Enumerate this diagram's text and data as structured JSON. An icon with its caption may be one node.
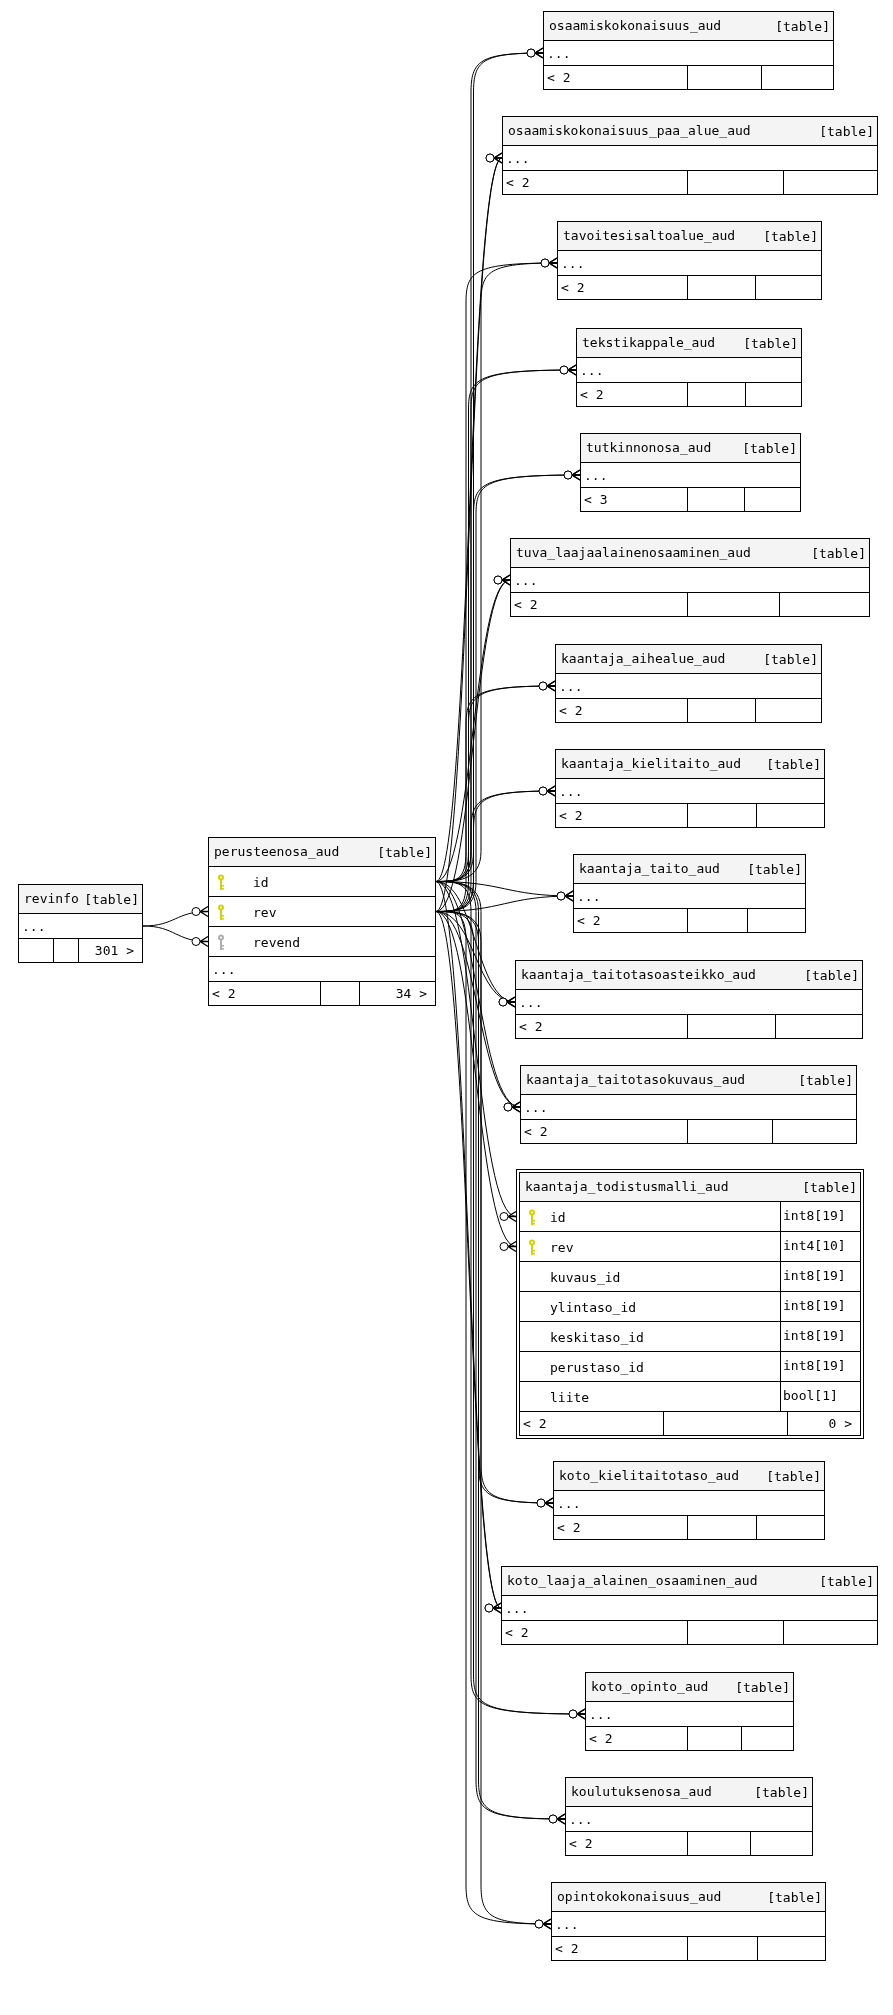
{
  "diagram": {
    "nodes": [
      {
        "text": [
          "revinfo",
          "[table]",
          "...",
          "301 >"
        ]
      },
      {
        "text": [
          "perusteenosa_aud",
          "[table]",
          "id",
          "rev",
          "revend",
          "...",
          "< 2",
          "34 >"
        ]
      },
      {
        "text": [
          "osaamiskokonaisuus_aud",
          "[table]",
          "...",
          "< 2"
        ]
      },
      {
        "text": [
          "osaamiskokonaisuus_paa_alue_aud",
          "[table]",
          "...",
          "< 2"
        ]
      },
      {
        "text": [
          "tavoitesisaltoalue_aud",
          "[table]",
          "...",
          "< 2"
        ]
      },
      {
        "text": [
          "tekstikappale_aud",
          "[table]",
          "...",
          "< 2"
        ]
      },
      {
        "text": [
          "tutkinnonosa_aud",
          "[table]",
          "...",
          "< 3"
        ]
      },
      {
        "text": [
          "tuva_laajaalainenosaaminen_aud",
          "[table]",
          "...",
          "< 2"
        ]
      },
      {
        "text": [
          "kaantaja_aihealue_aud",
          "[table]",
          "...",
          "< 2"
        ]
      },
      {
        "text": [
          "kaantaja_kielitaito_aud",
          "[table]",
          "...",
          "< 2"
        ]
      },
      {
        "text": [
          "kaantaja_taito_aud",
          "[table]",
          "...",
          "< 2"
        ]
      },
      {
        "text": [
          "kaantaja_taitotasoasteikko_aud",
          "[table]",
          "...",
          "< 2"
        ]
      },
      {
        "text": [
          "kaantaja_taitotasokuvaus_aud",
          "[table]",
          "...",
          "< 2"
        ]
      },
      {
        "text": [
          "kaantaja_todistusmalli_aud",
          "[table]",
          "id",
          "int8[19]",
          "rev",
          "int4[10]",
          "kuvaus_id",
          "int8[19]",
          "ylintaso_id",
          "int8[19]",
          "keskitaso_id",
          "int8[19]",
          "perustaso_id",
          "int8[19]",
          "liite",
          "bool[1]",
          "< 2",
          "0 >"
        ]
      },
      {
        "text": [
          "koto_kielitaitotaso_aud",
          "[table]",
          "...",
          "< 2"
        ]
      },
      {
        "text": [
          "koto_laaja_alainen_osaaminen_aud",
          "[table]",
          "...",
          "< 2"
        ]
      },
      {
        "text": [
          "koto_opinto_aud",
          "[table]",
          "...",
          "< 2"
        ]
      },
      {
        "text": [
          "koulutuksenosa_aud",
          "[table]",
          "...",
          "< 2"
        ]
      },
      {
        "text": [
          "opintokokonaisuus_aud",
          "[table]",
          "...",
          "< 2"
        ]
      }
    ],
    "edges": [
      {
        "from": 0,
        "to": 1,
        "arrow": "other"
      },
      {
        "from": 0,
        "to": 1,
        "arrow": "other"
      },
      {
        "from": 1,
        "to": 2,
        "arrow": "other"
      },
      {
        "from": 1,
        "to": 2,
        "arrow": "other"
      },
      {
        "from": 1,
        "to": 3,
        "arrow": "other"
      },
      {
        "from": 1,
        "to": 3,
        "arrow": "other"
      },
      {
        "from": 1,
        "to": 4,
        "arrow": "other"
      },
      {
        "from": 1,
        "to": 4,
        "arrow": "other"
      },
      {
        "from": 1,
        "to": 5,
        "arrow": "other"
      },
      {
        "from": 1,
        "to": 5,
        "arrow": "other"
      },
      {
        "from": 1,
        "to": 6,
        "arrow": "other"
      },
      {
        "from": 1,
        "to": 6,
        "arrow": "other"
      },
      {
        "from": 1,
        "to": 7,
        "arrow": "other"
      },
      {
        "from": 1,
        "to": 7,
        "arrow": "other"
      },
      {
        "from": 1,
        "to": 8,
        "arrow": "other"
      },
      {
        "from": 1,
        "to": 8,
        "arrow": "other"
      },
      {
        "from": 1,
        "to": 9,
        "arrow": "other"
      },
      {
        "from": 1,
        "to": 9,
        "arrow": "other"
      },
      {
        "from": 1,
        "to": 10,
        "arrow": "other"
      },
      {
        "from": 1,
        "to": 10,
        "arrow": "other"
      },
      {
        "from": 1,
        "to": 11,
        "arrow": "other"
      },
      {
        "from": 1,
        "to": 11,
        "arrow": "other"
      },
      {
        "from": 1,
        "to": 12,
        "arrow": "other"
      },
      {
        "from": 1,
        "to": 12,
        "arrow": "other"
      },
      {
        "from": 1,
        "to": 13,
        "arrow": "other"
      },
      {
        "from": 1,
        "to": 13,
        "arrow": "other"
      },
      {
        "from": 1,
        "to": 14,
        "arrow": "other"
      },
      {
        "from": 1,
        "to": 14,
        "arrow": "other"
      },
      {
        "from": 1,
        "to": 15,
        "arrow": "other"
      },
      {
        "from": 1,
        "to": 15,
        "arrow": "other"
      },
      {
        "from": 1,
        "to": 16,
        "arrow": "other"
      },
      {
        "from": 1,
        "to": 16,
        "arrow": "other"
      },
      {
        "from": 1,
        "to": 17,
        "arrow": "other"
      },
      {
        "from": 1,
        "to": 17,
        "arrow": "other"
      },
      {
        "from": 1,
        "to": 18,
        "arrow": "other"
      },
      {
        "from": 1,
        "to": 18,
        "arrow": "other"
      }
    ]
  }
}
